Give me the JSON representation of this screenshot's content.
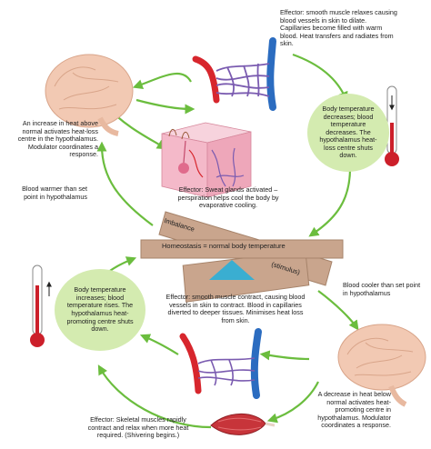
{
  "colors": {
    "arrow": "#6bbd3e",
    "bubble": "#d4ebb0",
    "artery": "#d7262d",
    "vein": "#2b6cc0",
    "plank": "#c9a58d",
    "pivot": "#3aaed1",
    "thermometer_red": "#cc1f2a",
    "brain": "#f2c9b3",
    "skin": "#f4b9c9",
    "muscle": "#c7343a"
  },
  "icons": [
    "brain-icon",
    "capillary-dilated-icon",
    "skin-sweat-gland-icon",
    "thermometer-down-icon",
    "capillary-constricted-icon",
    "thermometer-up-icon",
    "muscle-icon"
  ],
  "texts": {
    "effector_dilate": "Effector: smooth muscle relaxes causing blood vessels in skin to dilate. Capillaries become filled with warm blood. Heat transfers and radiates from skin.",
    "increase_heat": "An increase in heat above normal activates heat-loss centre in the hypothalamus. Modulator coordinates a response.",
    "body_temp_decreases": "Body temperature decreases; blood temperature decreases. The hypothalamus heat-loss centre shuts down.",
    "blood_warmer": "Blood warmer than set point in hypothalamus",
    "effector_sweat": "Effector: Sweat glands activated – perspiration helps cool the body by evaporative cooling.",
    "imbalance": "Imbalance",
    "homeostasis": "Homeostasis = normal body temperature",
    "stimulus": "(stimulus)",
    "blood_cooler": "Blood cooler than set point in hypothalamus",
    "effector_contract": "Effector: smooth muscle contract, causing blood vessels in skin to contract. Blood in capillaries diverted to deeper tissues. Minimises heat loss from skin.",
    "body_temp_increases": "Body temperature increases; blood temperature rises. The hypothalamus heat-promoting centre shuts down.",
    "decrease_heat": "A decrease in heat below normal activates heat-promoting centre in hypothalamus. Modulator coordinates a response.",
    "effector_skeletal": "Effector: Skeletal muscles rapidly contract and relax when more heat required. (Shivering begins.)"
  }
}
